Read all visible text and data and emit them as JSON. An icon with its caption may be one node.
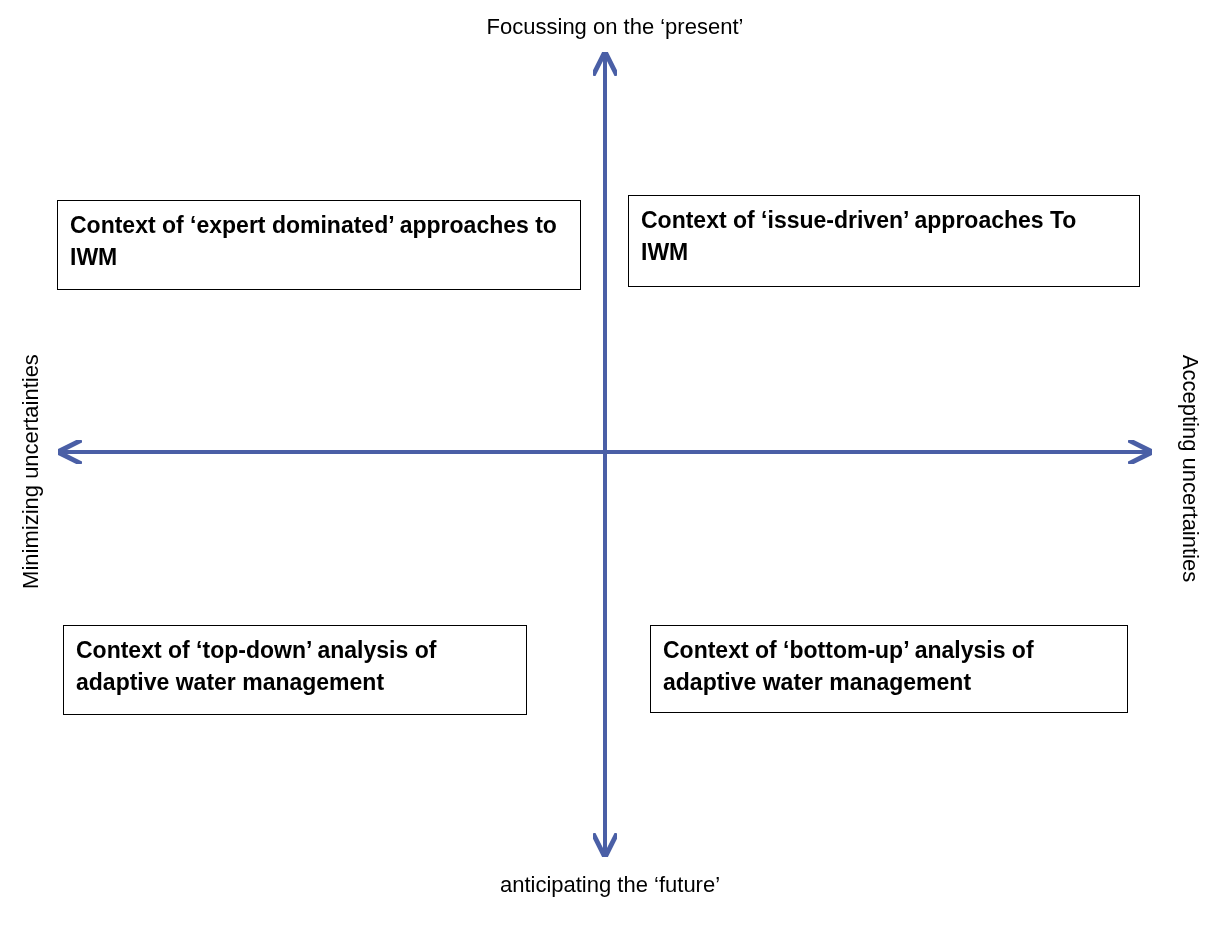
{
  "diagram": {
    "nodes": [
      {
        "text": [
          "Context of ‘expert dominated’ approaches to IWM"
        ]
      },
      {
        "text": [
          "Context of ‘issue-driven’ approaches To IWM"
        ]
      },
      {
        "text": [
          "Context of ‘top-down’ analysis of adaptive water management"
        ]
      },
      {
        "text": [
          "Context of ‘bottom-up’ analysis of adaptive water management"
        ]
      }
    ],
    "labels": [
      "Focussing on the ‘present’",
      "Minimizing uncertainties",
      "Accepting uncertainties",
      "anticipating the ‘future’"
    ]
  }
}
